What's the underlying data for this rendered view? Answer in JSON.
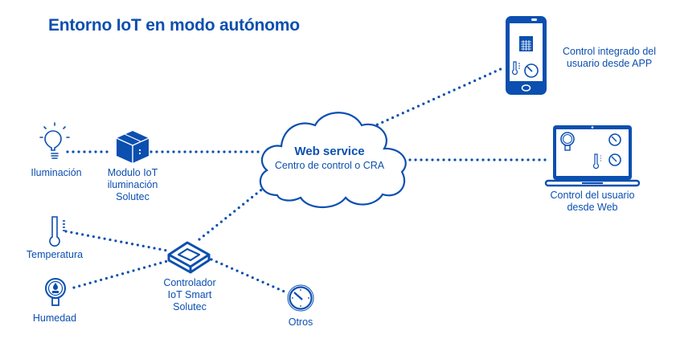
{
  "title": "Entorno IoT en modo autónomo",
  "colors": {
    "primary": "#0b4fb0",
    "background": "#ffffff"
  },
  "cloud": {
    "title": "Web service",
    "subtitle": "Centro de control o CRA",
    "icon": "cloud-icon"
  },
  "nodes": {
    "app": {
      "label_line1": "Control integrado del",
      "label_line2": "usuario desde APP",
      "icon": "smartphone-icon"
    },
    "web": {
      "label_line1": "Control del usuario",
      "label_line2": "desde Web",
      "icon": "laptop-icon"
    },
    "lighting": {
      "label": "Iluminación",
      "icon": "lightbulb-icon"
    },
    "lighting_module": {
      "label_line1": "Modulo IoT",
      "label_line2": "iluminación",
      "label_line3": "Solutec",
      "icon": "box-icon"
    },
    "temperature": {
      "label": "Temperatura",
      "icon": "thermometer-icon"
    },
    "humidity": {
      "label": "Humedad",
      "icon": "humidity-gauge-icon"
    },
    "controller": {
      "label_line1": "Controlador",
      "label_line2": "IoT Smart",
      "label_line3": "Solutec",
      "icon": "controller-icon"
    },
    "others": {
      "label": "Otros",
      "icon": "gauge-icon"
    }
  },
  "connections": [
    [
      "lighting",
      "lighting_module"
    ],
    [
      "lighting_module",
      "cloud"
    ],
    [
      "cloud",
      "app"
    ],
    [
      "cloud",
      "web"
    ],
    [
      "controller",
      "cloud"
    ],
    [
      "temperature",
      "controller"
    ],
    [
      "humidity",
      "controller"
    ],
    [
      "controller",
      "others"
    ]
  ]
}
